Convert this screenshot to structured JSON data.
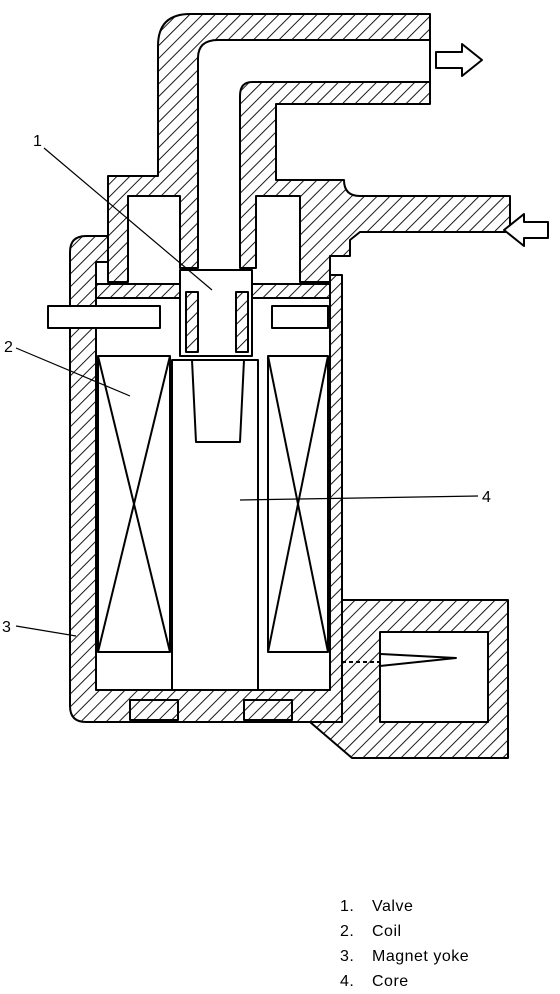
{
  "callouts": [
    "1",
    "2",
    "3",
    "4"
  ],
  "legend": [
    {
      "number": "1.",
      "label": "Valve"
    },
    {
      "number": "2.",
      "label": "Coil"
    },
    {
      "number": "3.",
      "label": "Magnet yoke"
    },
    {
      "number": "4.",
      "label": "Core"
    }
  ]
}
